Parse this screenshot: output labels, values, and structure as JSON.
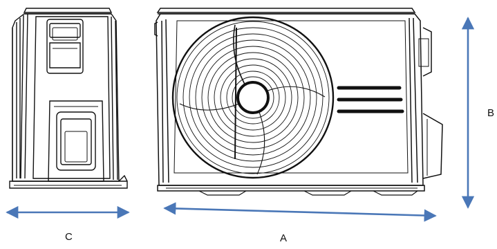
{
  "diagram": {
    "dimension_labels": {
      "a": "A",
      "b": "B",
      "c": "C"
    },
    "colors": {
      "line": "#111111",
      "arrow": "#4a77b7",
      "background": "#ffffff"
    },
    "views": [
      "side-view",
      "front-view"
    ]
  }
}
